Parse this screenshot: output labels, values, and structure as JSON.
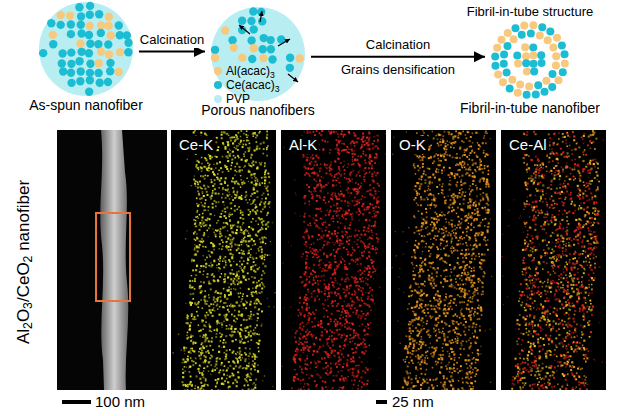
{
  "diagram": {
    "nodes": [
      {
        "text": [
          "As-spun nanofiber"
        ]
      },
      {
        "text": [
          "Porous nanofibers"
        ]
      },
      {
        "text": [
          "Fibril-in-tube structure",
          "Fibril-in-tube nanofiber"
        ]
      },
      {
        "text": [
          "Ce-K"
        ]
      },
      {
        "text": [
          "Al-K"
        ]
      },
      {
        "text": [
          "O-K"
        ]
      },
      {
        "text": [
          "Ce-Al"
        ]
      }
    ],
    "edges": [
      {
        "from": 0,
        "to": 1,
        "arrow": "to",
        "label": "Calcination"
      },
      {
        "from": 1,
        "to": 2,
        "arrow": "to",
        "label": "Calcination"
      }
    ],
    "labels": [
      "Grains densification",
      "Al2O3/CeO2 nanofiber",
      "100 nm",
      "25 nm"
    ],
    "legend": [
      {
        "text": "Al(acac)3",
        "color": "#f7c97f"
      },
      {
        "text": "Ce(acac)3",
        "color": "#1cbdd3"
      },
      {
        "text": "PVP",
        "color": "#b8eef2"
      }
    ]
  }
}
